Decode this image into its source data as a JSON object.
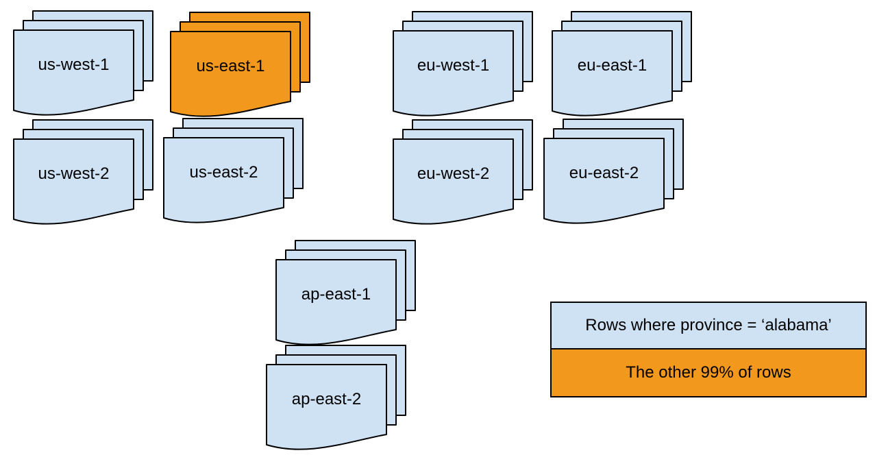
{
  "colors": {
    "region_blue": "#cfe2f3",
    "highlight_orange": "#f2981d",
    "outline": "#000000"
  },
  "stacks": [
    {
      "label": "us-west-1",
      "highlighted": false
    },
    {
      "label": "us-east-1",
      "highlighted": true
    },
    {
      "label": "eu-west-1",
      "highlighted": false
    },
    {
      "label": "eu-east-1",
      "highlighted": false
    },
    {
      "label": "us-west-2",
      "highlighted": false
    },
    {
      "label": "us-east-2",
      "highlighted": false
    },
    {
      "label": "eu-west-2",
      "highlighted": false
    },
    {
      "label": "eu-east-2",
      "highlighted": false
    },
    {
      "label": "ap-east-1",
      "highlighted": false
    },
    {
      "label": "ap-east-2",
      "highlighted": false
    }
  ],
  "legend": {
    "items": [
      {
        "label": "Rows where province = ‘alabama’",
        "color": "blue"
      },
      {
        "label": "The other 99% of rows",
        "color": "orange"
      }
    ]
  }
}
